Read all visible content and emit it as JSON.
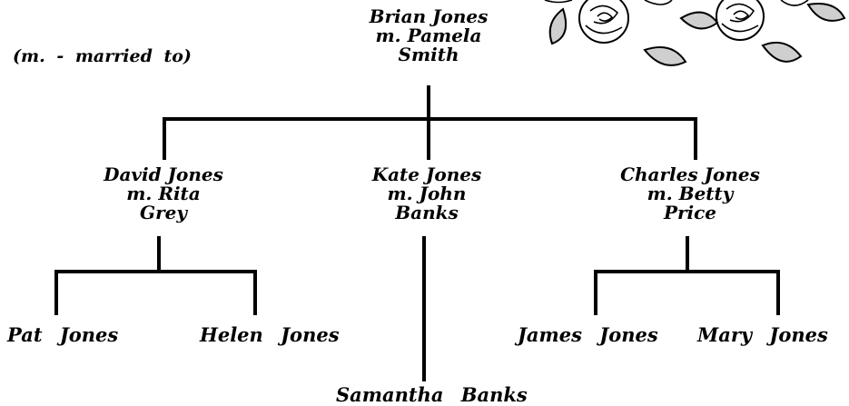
{
  "legend": "(m. - married to)",
  "root": {
    "line1": "Brian Jones",
    "line2": "m. Pamela",
    "line3": "Smith"
  },
  "children": [
    {
      "line1": "David Jones",
      "line2": "m. Rita",
      "line3": "Grey"
    },
    {
      "line1": "Kate Jones",
      "line2": "m. John",
      "line3": "Banks"
    },
    {
      "line1": "Charles Jones",
      "line2": "m. Betty",
      "line3": "Price"
    }
  ],
  "grandchildren": {
    "pat": "Pat Jones",
    "helen": "Helen Jones",
    "james": "James Jones",
    "mary": "Mary Jones",
    "samantha": "Samantha Banks"
  },
  "colors": {
    "ink": "#000000",
    "background": "#ffffff",
    "leaf_fill": "#cfcfcf"
  },
  "decoration": "rose-bouquet-illustration"
}
